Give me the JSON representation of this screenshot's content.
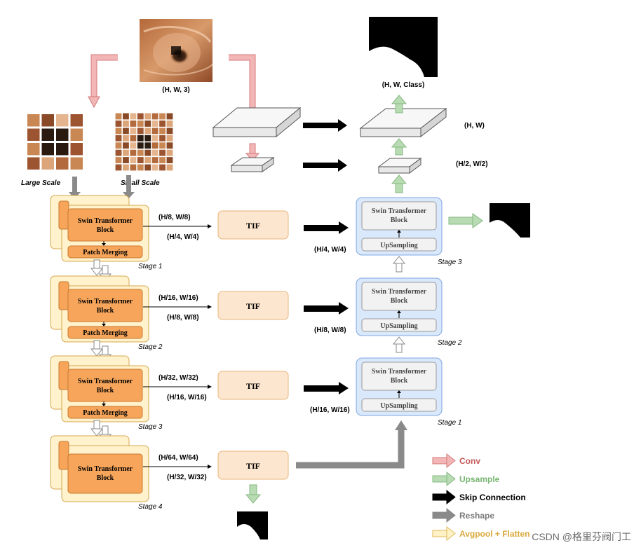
{
  "colors": {
    "conv": "#f2b6b6",
    "conv_stroke": "#d47a7a",
    "upsample": "#b8dbb3",
    "upsample_stroke": "#86b881",
    "skip": "#000000",
    "reshape": "#8a8a8a",
    "avgpool": "#fff2c7",
    "avgpool_stroke": "#e0b85a",
    "stage_card": "#fff2cc",
    "stage_card_stroke": "#d6a84f",
    "swin_block": "#f6a55b",
    "swin_block_stroke": "#c87a2f",
    "tif": "#fde6cf",
    "tif_stroke": "#e8b67a",
    "decoder_card": "#dae8fc",
    "decoder_card_stroke": "#7ea6e0",
    "decoder_block": "#f2f2f2",
    "legend_conv_text": "#c55a5a",
    "legend_upsample_text": "#7ab573",
    "legend_reshape_text": "#7a7a7a",
    "legend_avgpool_text": "#d8a93a"
  },
  "input": {
    "shape_label": "(H, W, 3)"
  },
  "output": {
    "shape_label": "(H, W, Class)"
  },
  "patches": {
    "large_label": "Large Scale",
    "small_label": "Small Scale"
  },
  "planes": {
    "top_right_label": "(H, W)",
    "small_right_label": "(H/2, W/2)"
  },
  "encoder": {
    "stages": [
      {
        "label": "Stage 1",
        "block": [
          "Swin Transformer",
          "Block"
        ],
        "merge": "Patch Merging",
        "out_top": "(H/8, W/8)",
        "out_bottom": "(H/4, W/4)"
      },
      {
        "label": "Stage 2",
        "block": [
          "Swin Transformer",
          "Block"
        ],
        "merge": "Patch Merging",
        "out_top": "(H/16, W/16)",
        "out_bottom": "(H/8, W/8)"
      },
      {
        "label": "Stage 3",
        "block": [
          "Swin Transformer",
          "Block"
        ],
        "merge": "Patch Merging",
        "out_top": "(H/32, W/32)",
        "out_bottom": "(H/16, W/16)"
      },
      {
        "label": "Stage 4",
        "block": [
          "Swin Transformer",
          "Block"
        ],
        "merge": "",
        "out_top": "(H/64, W/64)",
        "out_bottom": "(H/32, W/32)"
      }
    ]
  },
  "tif": {
    "label": "TIF"
  },
  "decoder": {
    "stages": [
      {
        "label": "Stage 3",
        "block": [
          "Swin Transformer",
          "Block"
        ],
        "up": "UpSampling",
        "skip_label": "(H/4, W/4)"
      },
      {
        "label": "Stage 2",
        "block": [
          "Swin Transformer",
          "Block"
        ],
        "up": "UpSampling",
        "skip_label": "(H/8, W/8)"
      },
      {
        "label": "Stage 1",
        "block": [
          "Swin Transformer",
          "Block"
        ],
        "up": "UpSampling",
        "skip_label": "(H/16, W/16)"
      }
    ]
  },
  "legend": {
    "items": [
      {
        "label": "Conv",
        "kind": "conv"
      },
      {
        "label": "Upsample",
        "kind": "upsample"
      },
      {
        "label": "Skip Connection",
        "kind": "skip"
      },
      {
        "label": "Reshape",
        "kind": "reshape"
      },
      {
        "label": "Avgpool + Flatten",
        "kind": "avgpool"
      }
    ]
  },
  "watermark": "CSDN @格里芬阀门工"
}
